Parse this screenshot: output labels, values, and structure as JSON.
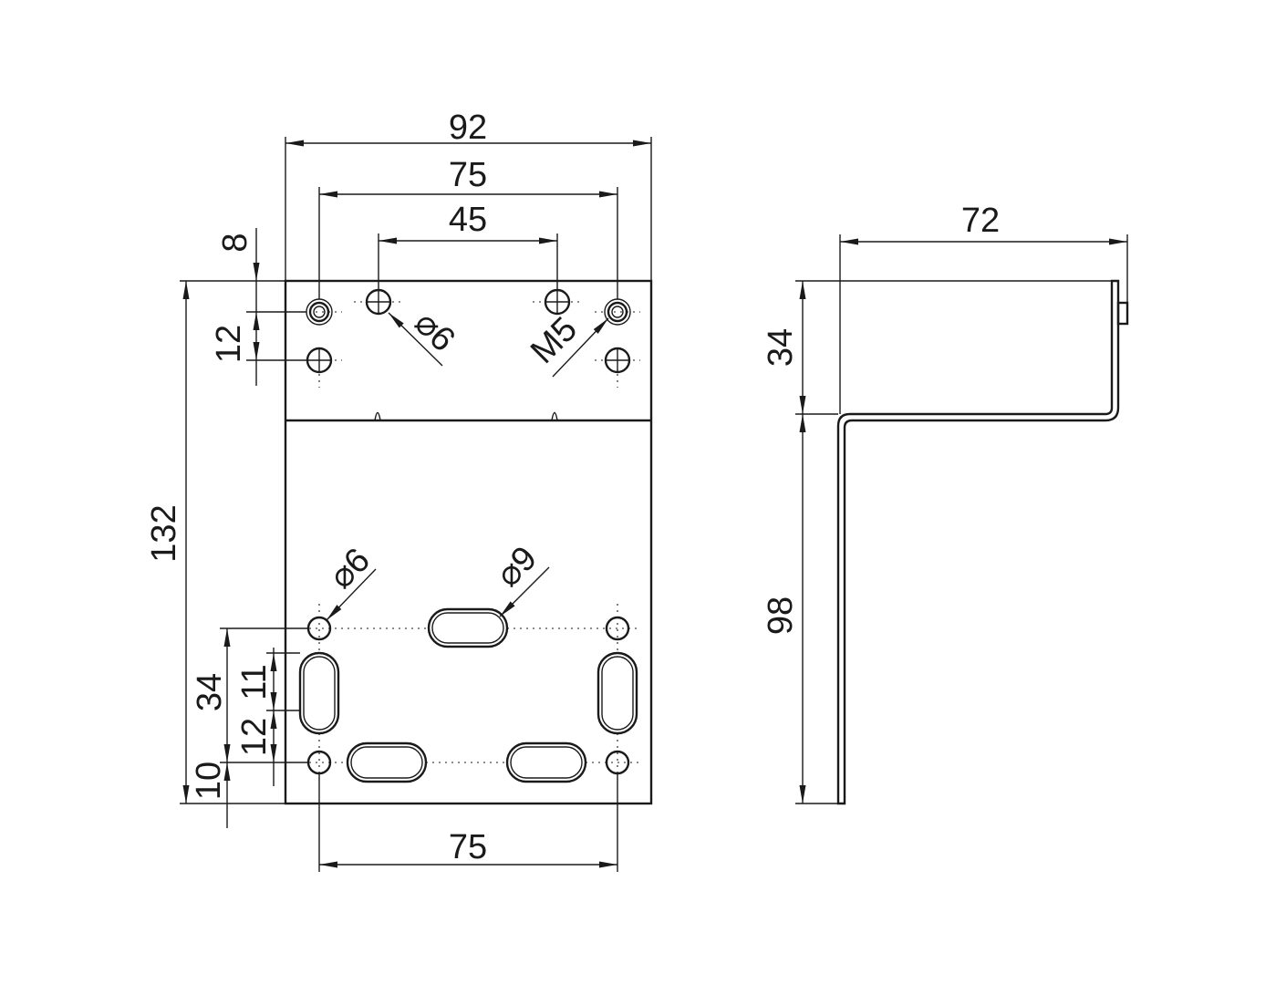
{
  "front_view": {
    "dims": {
      "overall_width": "92",
      "outer_hole_spacing_top": "75",
      "inner_hole_spacing_top": "45",
      "top_offset": "8",
      "top_hole_pitch": "12",
      "overall_height": "132",
      "slot_group_height": "34",
      "slot_length": "11",
      "lower_pitch": "12",
      "bottom_offset": "10",
      "bottom_hole_spacing": "75"
    },
    "callouts": {
      "hole_dia_top": "⌀6",
      "thread": "M5",
      "hole_dia_lower": "⌀6",
      "slot_width": "⌀9"
    }
  },
  "side_view": {
    "dims": {
      "flange_depth": "72",
      "flange_height": "34",
      "leg_height": "98"
    }
  }
}
